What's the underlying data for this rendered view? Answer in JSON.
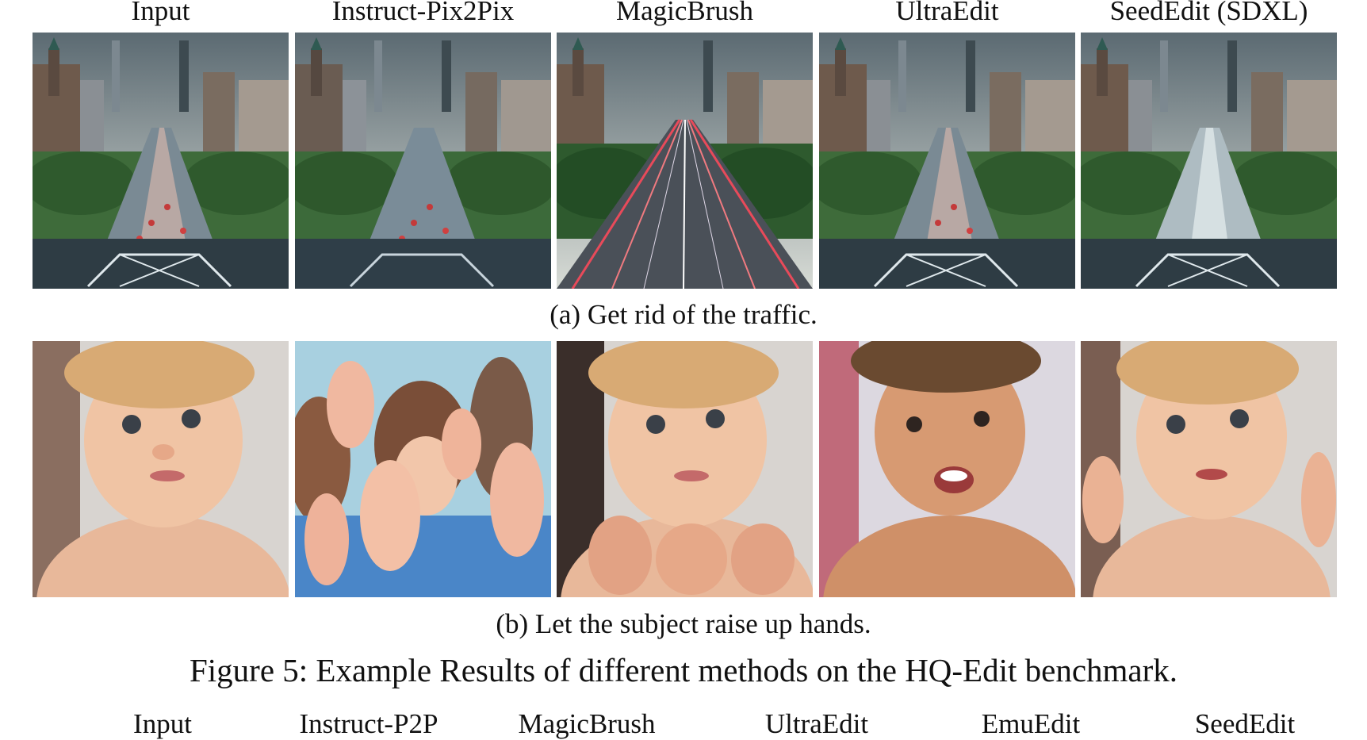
{
  "columns": [
    "Input",
    "Instruct-Pix2Pix",
    "MagicBrush",
    "UltraEdit",
    "SeedEdit (SDXL)"
  ],
  "panels": {
    "a": {
      "caption": "(a) Get rid of the traffic.",
      "images": [
        "city-street-traffic",
        "city-street-traffic",
        "city-street-light-trails",
        "city-street-traffic",
        "city-street-no-traffic"
      ]
    },
    "b": {
      "caption": "(b) Let the subject raise up hands.",
      "images": [
        "baby-portrait",
        "children-raising-hands",
        "baby-with-hands",
        "baby-smiling",
        "baby-raising-hands"
      ]
    }
  },
  "figure_caption": "Figure 5: Example Results of different methods on the HQ-Edit benchmark.",
  "next_row_headers_cut": [
    "Input",
    "Instruct-P2P",
    "MagicBrush",
    "UltraEdit",
    "EmuEdit",
    "SeedEdit"
  ]
}
